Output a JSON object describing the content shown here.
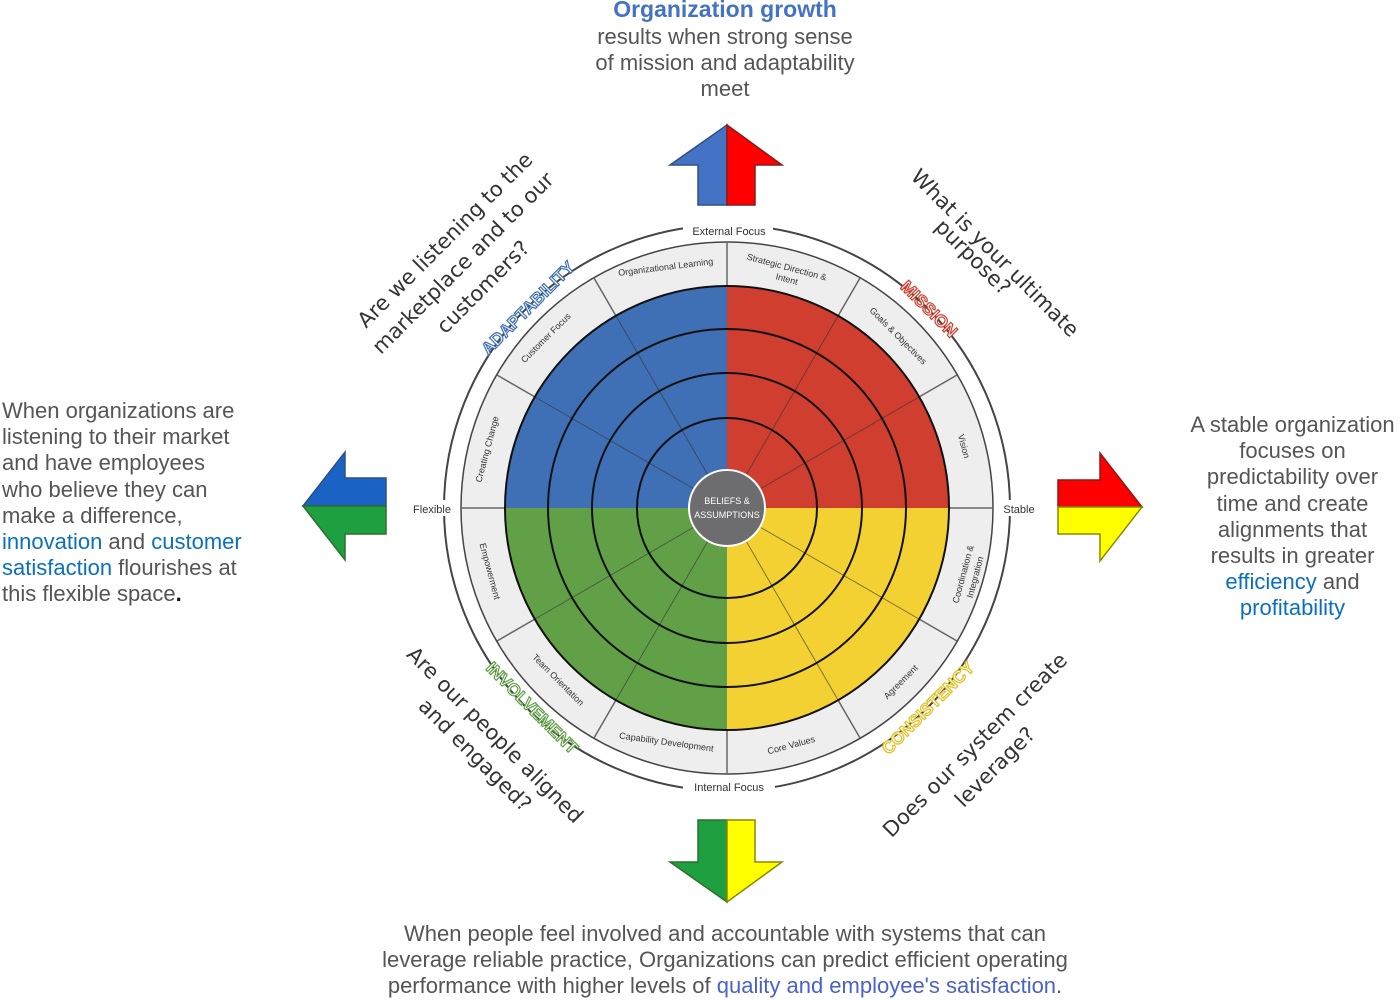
{
  "top_note": {
    "heading": "Organization growth",
    "line1": "results when strong sense",
    "line2": "of mission and adaptability",
    "line3": "meet"
  },
  "left_note": {
    "lines": [
      "When organizations are",
      "listening to their market",
      "and have employees",
      "who believe they can",
      "make a difference,"
    ],
    "kw1": "innovation",
    "and": " and ",
    "kw2": "customer",
    "kw3": "satisfaction",
    "tail": " flourishes at",
    "last": "this flexible space",
    "period": "."
  },
  "right_note": {
    "lines": [
      "A stable organization",
      "focuses on",
      "predictability over",
      "time and create",
      "alignments that",
      "results in greater"
    ],
    "kw1": "efficiency",
    "and": " and",
    "kw2": "profitability"
  },
  "bottom_note": {
    "line1": "When people feel involved and accountable with systems that can",
    "line2": "leverage reliable practice, Organizations can predict efficient operating",
    "line3_pre": "performance with higher levels of ",
    "kw": "quality and employee's satisfaction",
    "line3_post": "."
  },
  "questions": {
    "adaptability": [
      "Are we listening to the",
      "marketplace and to our",
      "customers?"
    ],
    "mission": [
      "What is your ultimate",
      "purpose?"
    ],
    "involvement": [
      "Are our people aligned",
      "and engaged?"
    ],
    "consistency": [
      "Does our system create",
      "leverage?"
    ]
  },
  "traits": {
    "adaptability": "ADAPTABILITY",
    "mission": "MISSION",
    "involvement": "INVOLVEMENT",
    "consistency": "CONSISTENCY"
  },
  "axis": {
    "top": "External Focus",
    "bottom": "Internal Focus",
    "left": "Flexible",
    "right": "Stable"
  },
  "center": [
    "BELIEFS &",
    "ASSUMPTIONS"
  ],
  "segments": {
    "organizational_learning": "Organizational Learning",
    "strategic_direction": [
      "Strategic Direction &",
      "Intent"
    ],
    "goals_objectives": "Goals & Objectives",
    "vision": "Vision",
    "coordination": [
      "Coordination &",
      "Integration"
    ],
    "agreement": "Agreement",
    "core_values": "Core Values",
    "capability_development": "Capability Development",
    "team_orientation": "Team Orientation",
    "empowerment": "Empowerment",
    "creating_change": "Creating Change",
    "customer_focus": "Customer Focus"
  },
  "colors": {
    "adaptability": "#3f6fb5",
    "mission": "#cf3e2e",
    "involvement": "#62a048",
    "consistency": "#f3d133",
    "arrow_blue": "#4472c4",
    "arrow_red": "#ff0000",
    "arrow_green": "#1fa040",
    "arrow_yellow": "#ffff00",
    "text_kw": "#0b6fbf"
  }
}
